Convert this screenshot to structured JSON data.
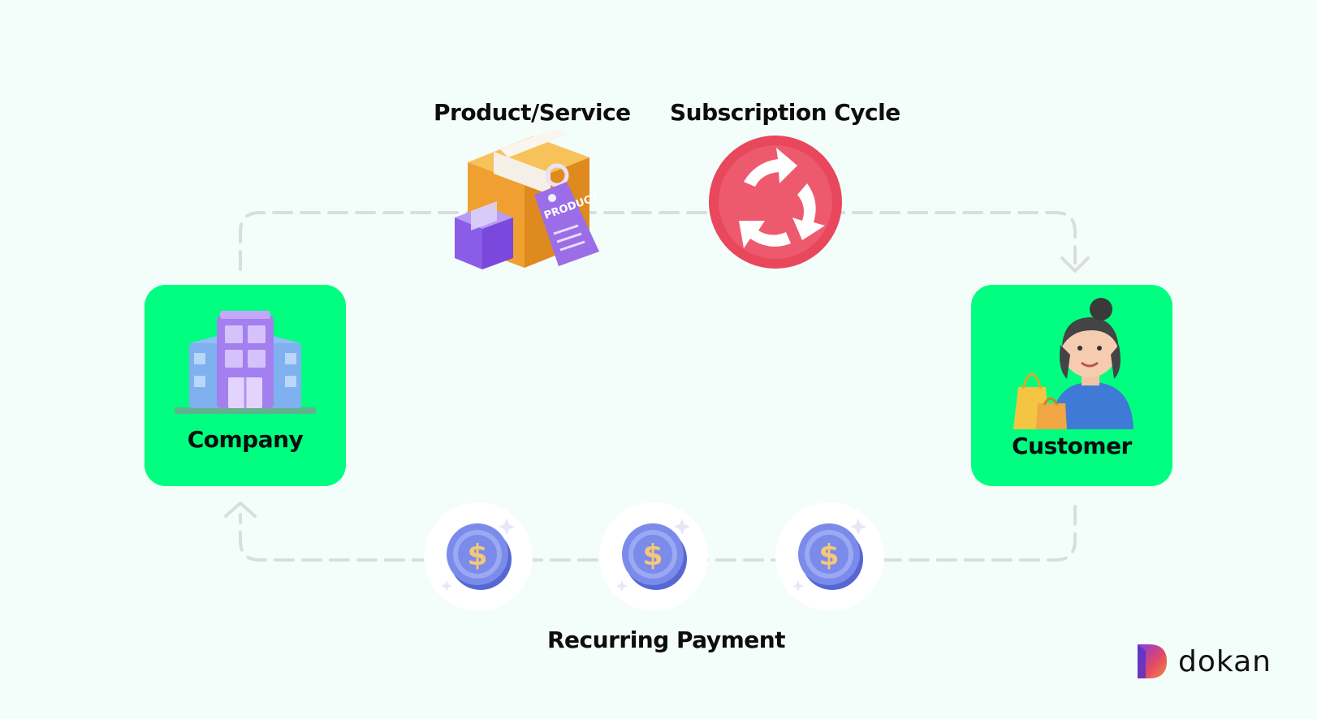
{
  "diagram": {
    "nodes": {
      "company": {
        "label": "Company"
      },
      "customer": {
        "label": "Customer"
      }
    },
    "steps": {
      "product": {
        "label": "Product/Service",
        "tag_text": "PRODUCT"
      },
      "cycle": {
        "label": "Subscription Cycle"
      },
      "payment": {
        "label": "Recurring Payment",
        "coin_symbol": "$"
      }
    },
    "icons": [
      "building-icon",
      "product-box-icon",
      "cycle-arrows-icon",
      "coin-icon",
      "shopper-icon"
    ],
    "colors": {
      "node_fill": "#00ff80",
      "background": "#f3fdf9",
      "connector": "#d9dedc",
      "cycle_red": "#e8475c",
      "coin_blue": "#6f7fe0",
      "box_orange": "#f0a030",
      "purple": "#9b6ee8"
    }
  },
  "brand": {
    "name": "dokan"
  }
}
